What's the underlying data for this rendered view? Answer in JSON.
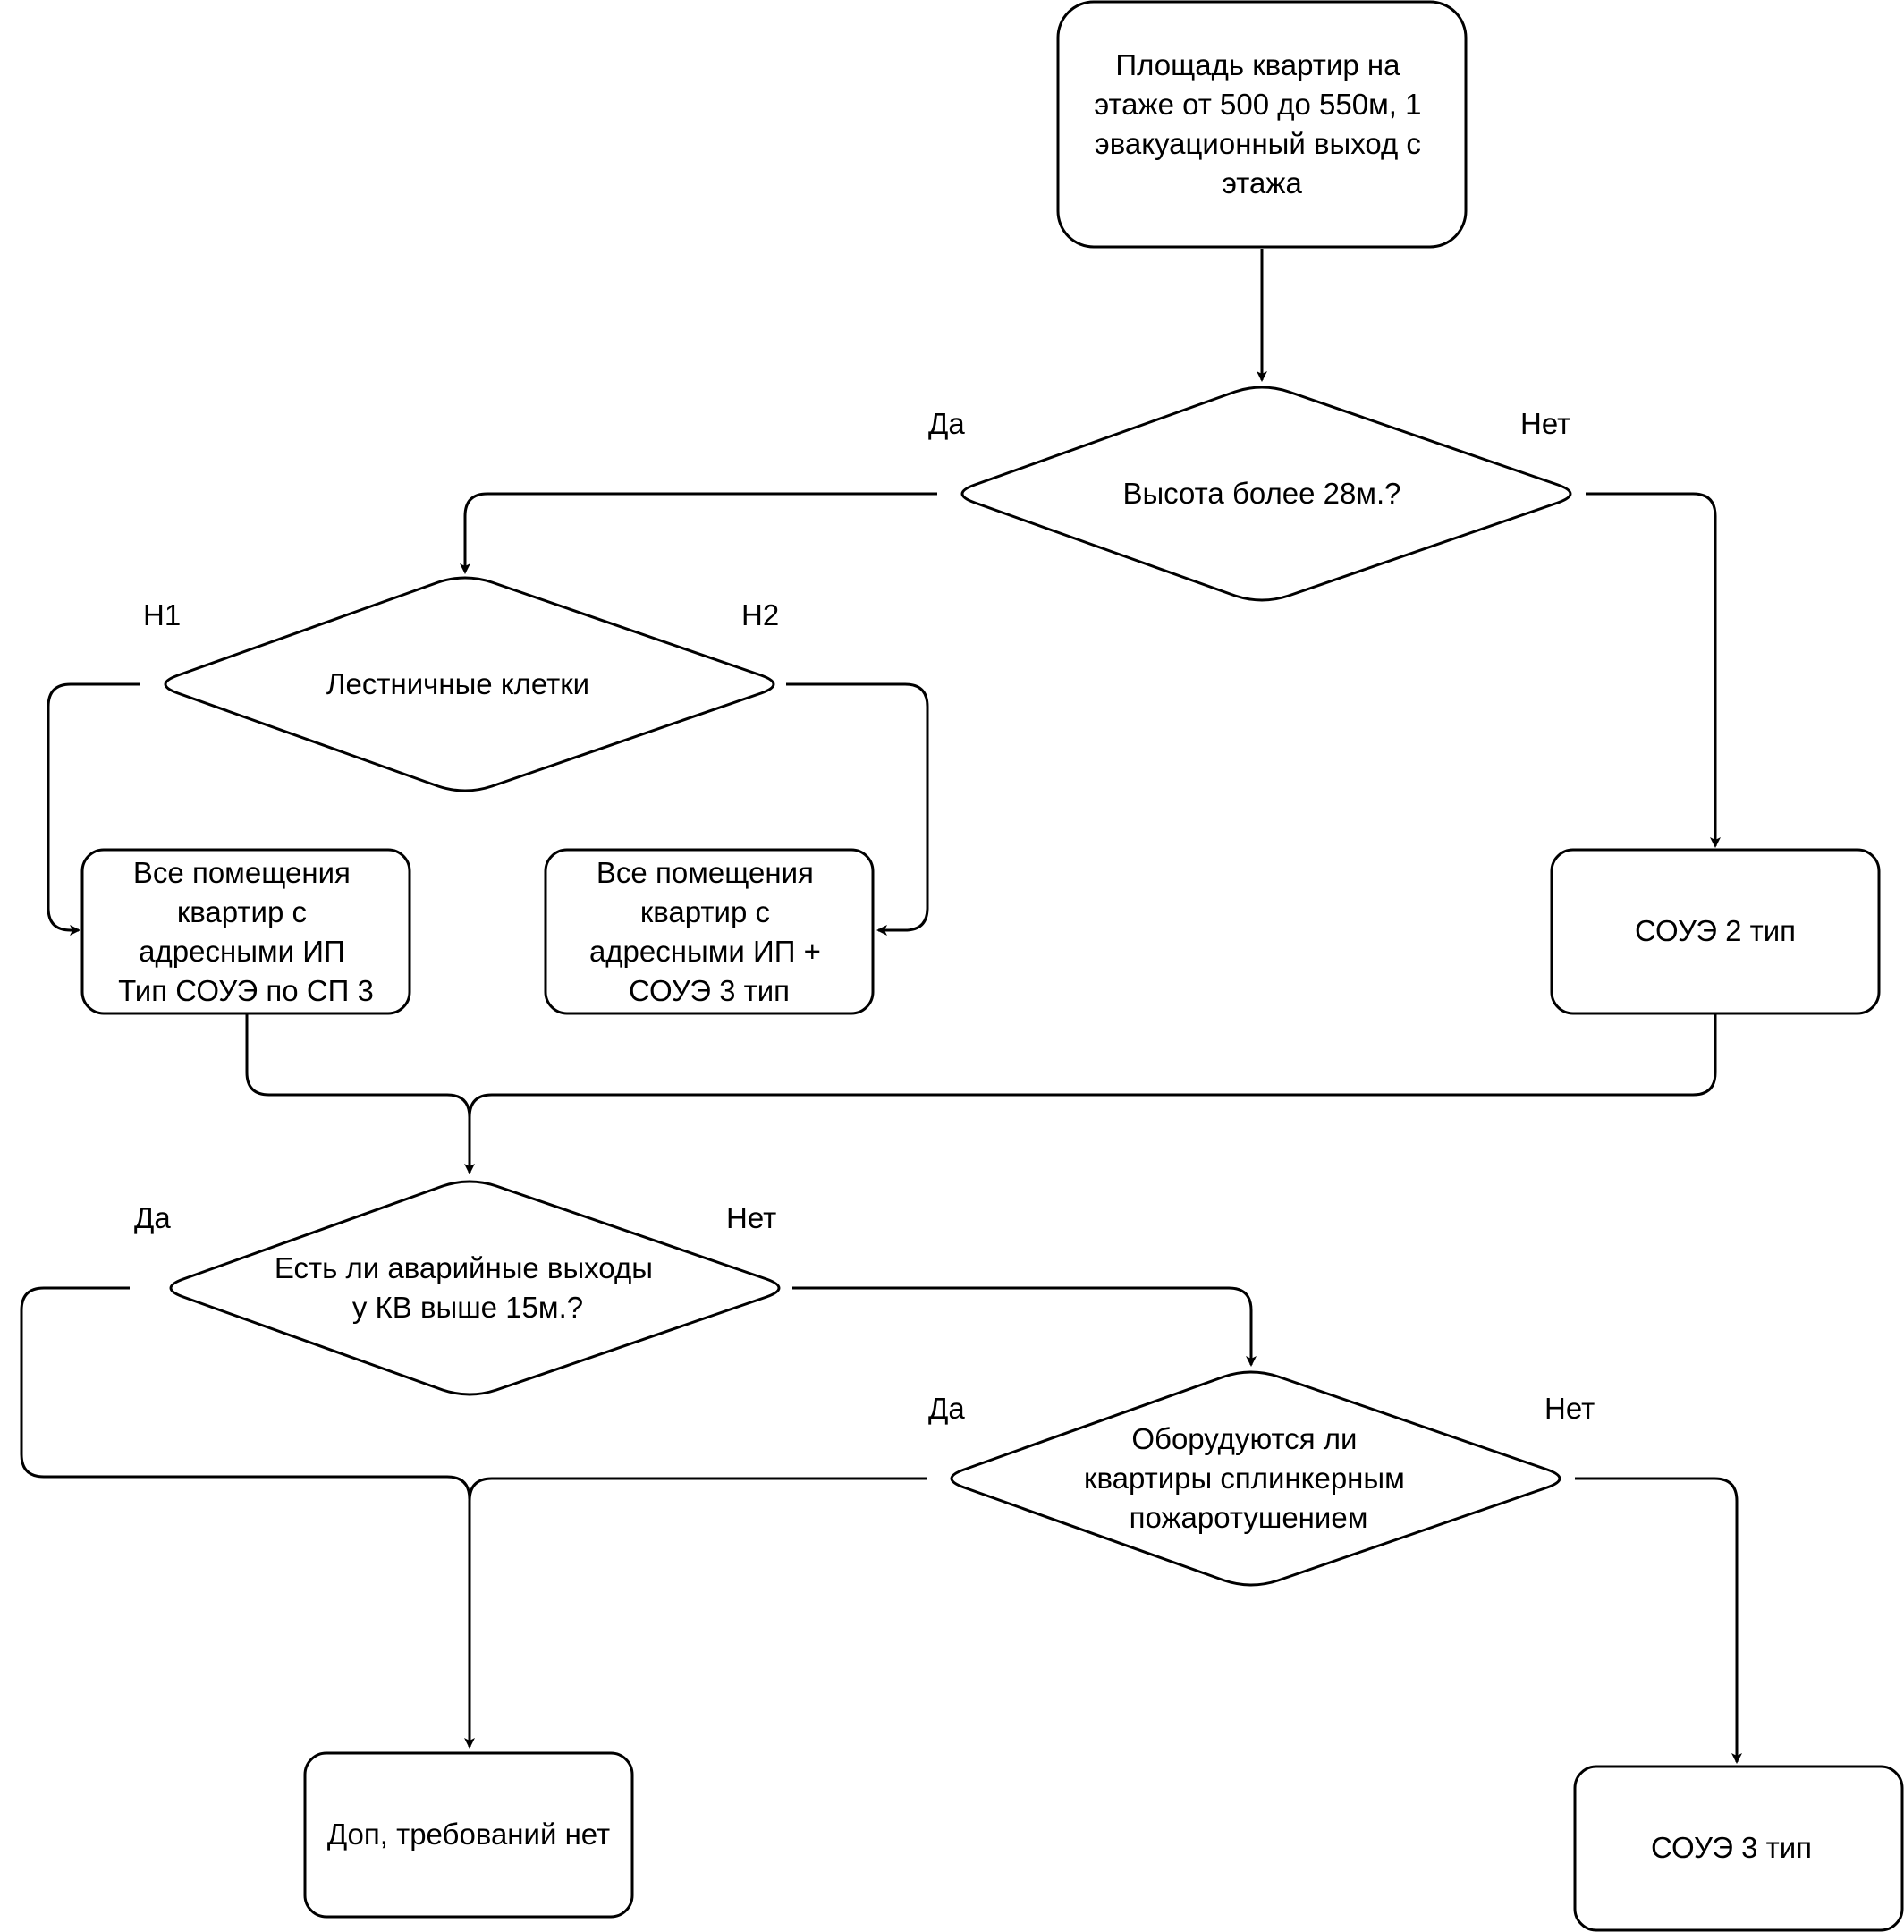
{
  "nodes": {
    "start": {
      "lines": [
        "Площадь квартир на",
        "этаже от 500 до 550м, 1",
        "эвакуационный выход с",
        "этажа"
      ]
    },
    "height_check": {
      "lines": [
        "Высота более 28м.?"
      ]
    },
    "stairwells": {
      "lines": [
        "Лестничные клетки"
      ]
    },
    "h1_result": {
      "lines": [
        "Все помещения",
        "квартир с",
        "адресными ИП",
        "Тип СОУЭ по СП 3"
      ]
    },
    "h2_result": {
      "lines": [
        "Все помещения",
        "квартир с",
        "адресными ИП  +",
        "СОУЭ 3 тип"
      ]
    },
    "soue2": {
      "lines": [
        "СОУЭ 2 тип"
      ]
    },
    "emergency_exits": {
      "lines": [
        "Есть ли аварийные выходы",
        "у КВ выше 15м.?"
      ]
    },
    "sprinkler": {
      "lines": [
        "Оборудуются ли",
        "квартиры сплинкерным",
        "пожаротушением"
      ]
    },
    "no_requirements": {
      "lines": [
        "Доп, требований нет"
      ]
    },
    "soue3": {
      "lines": [
        "СОУЭ 3 тип"
      ]
    }
  },
  "edge_labels": {
    "height_yes": "Да",
    "height_no": "Нет",
    "stair_h1": "Н1",
    "stair_h2": "Н2",
    "exits_yes": "Да",
    "exits_no": "Нет",
    "sprinkler_yes": "Да",
    "sprinkler_no": "Нет"
  },
  "colors": {
    "stroke": "#000000",
    "fill": "#ffffff"
  }
}
